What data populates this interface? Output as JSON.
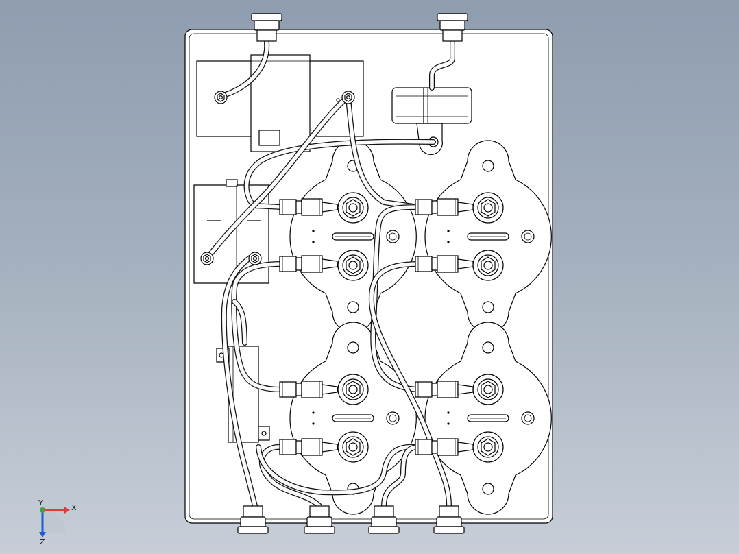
{
  "axis_triad": {
    "x_label": "X",
    "y_label": "Y",
    "z_label": "Z",
    "colors": {
      "x": "#e53935",
      "y": "#43a047",
      "z": "#1e5bd8"
    }
  },
  "drawing": {
    "background_top": "#8f9db0",
    "background_bottom": "#c7ced8",
    "component_fill": "#ffffff",
    "outline_color": "#000000"
  }
}
